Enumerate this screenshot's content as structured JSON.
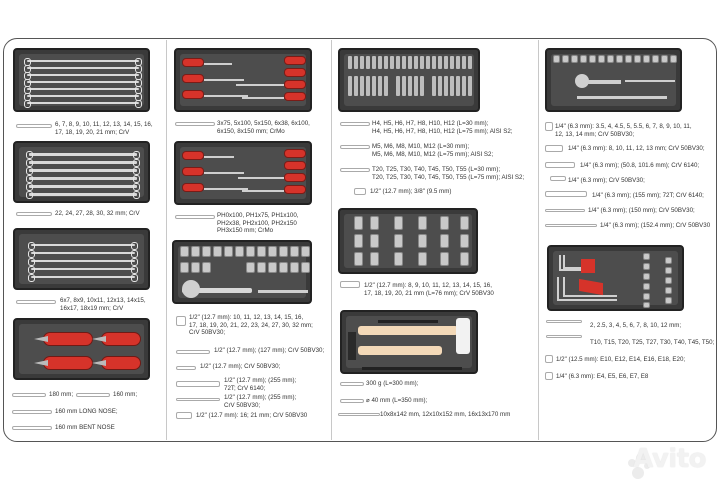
{
  "columns": [
    {
      "id": "col1",
      "groups": [
        {
          "tray": "combination-wrenches-small",
          "specs": [
            {
              "icon": "combination-wrench-icon",
              "text": "6, 7, 8, 9, 10, 11, 12, 13, 14, 15, 16,\n17, 18, 19, 20, 21 mm; CrV"
            }
          ]
        },
        {
          "tray": "combination-wrenches-large",
          "specs": [
            {
              "icon": "combination-wrench-icon",
              "text": "22, 24, 27, 28, 30, 32 mm; CrV"
            }
          ]
        },
        {
          "tray": "double-ring-wrenches",
          "specs": [
            {
              "icon": "ring-wrench-icon",
              "text": "6x7, 8x9, 10x11, 12x13, 14x15,\n16x17, 18x19 mm; CrV"
            }
          ]
        },
        {
          "tray": "pliers",
          "specs": [
            {
              "icon": "combination-pliers-icon",
              "text": "180 mm;"
            },
            {
              "icon": "side-cutter-icon",
              "text": "160 mm;"
            },
            {
              "icon": "long-nose-pliers-icon",
              "text": "160 mm LONG NOSE;"
            },
            {
              "icon": "bent-nose-pliers-icon",
              "text": "160 mm BENT NOSE"
            }
          ]
        }
      ]
    },
    {
      "id": "col2",
      "groups": [
        {
          "tray": "flat-screwdrivers",
          "specs": [
            {
              "icon": "flat-screwdriver-icon",
              "text": "3x75, 5x100, 5x150, 6x38, 6x100,\n6x150, 8x150 mm; CrMo"
            }
          ]
        },
        {
          "tray": "phillips-screwdrivers",
          "specs": [
            {
              "icon": "phillips-screwdriver-icon",
              "text": "PH0x100, PH1x75, PH1x100,\nPH2x38, PH2x100, PH2x150\nPH3x150 mm; CrMo"
            }
          ]
        },
        {
          "tray": "half-inch-sockets",
          "specs": [
            {
              "icon": "socket-icon",
              "text": "1/2\" (12.7 mm): 10, 11, 12, 13, 14, 15, 16,\n17, 18, 19, 20, 21, 22, 23, 24, 27, 30, 32 mm;\nCrV 50BV30;"
            },
            {
              "icon": "extension-bar-icon",
              "text": "1/2\" (12.7 mm); (127 mm); CrV 50BV30;"
            },
            {
              "icon": "universal-joint-icon",
              "text": "1/2\" (12.7 mm); CrV 50BV30;"
            },
            {
              "icon": "ratchet-icon",
              "text": "1/2\" (12.7 mm); (255 mm);\n72T; CrV 6140;"
            },
            {
              "icon": "t-bar-icon",
              "text": "1/2\" (12.7 mm); (255 mm);\nCrV 50BV30;"
            },
            {
              "icon": "spark-plug-socket-icon",
              "text": "1/2\" (12.7 mm): 16; 21 mm; CrV 50BV30"
            }
          ]
        }
      ]
    },
    {
      "id": "col3",
      "groups": [
        {
          "tray": "bit-sockets",
          "specs": [
            {
              "icon": "hex-bit-socket-icon",
              "text": "H4, H5, H6, H7, H8, H10, H12 (L=30 mm);\nH4, H5, H6, H7, H8, H10, H12 (L=75 mm); AISI S2;"
            },
            {
              "icon": "spline-bit-socket-icon",
              "text": "M5, M6, M8, M10, M12 (L=30 mm);\nM5, M6, M8, M10, M12 (L=75 mm); AISI S2;"
            },
            {
              "icon": "torx-bit-socket-icon",
              "text": "T20, T25, T30, T40, T45, T50, T55 (L=30 mm);\nT20, T25, T30, T40, T45, T50, T55 (L=75 mm); AISI S2;"
            },
            {
              "icon": "adapter-icon",
              "text": "1/2\" (12.7 mm); 3/8\" (9.5 mm)"
            }
          ]
        },
        {
          "tray": "deep-sockets",
          "specs": [
            {
              "icon": "deep-socket-icon",
              "text": "1/2\" (12.7 mm): 8, 9, 10, 11, 12, 13, 14, 15, 16,\n17, 18, 19, 20, 21 mm (L=76 mm); CrV 50BV30"
            }
          ]
        },
        {
          "tray": "hammers-chisels",
          "specs": [
            {
              "icon": "hammer-icon",
              "text": "300 g (L=300 mm);"
            },
            {
              "icon": "mallet-icon",
              "text": "⌀ 40 mm (L=350 mm);"
            },
            {
              "icon": "chisel-icon",
              "text": "10x8x142 mm, 12x10x152 mm, 16x13x170 mm"
            }
          ]
        }
      ]
    },
    {
      "id": "col4",
      "groups": [
        {
          "tray": "quarter-inch-sockets",
          "specs": [
            {
              "icon": "socket-icon",
              "text": "1/4\" (6.3 mm): 3.5, 4, 4.5, 5, 5.5, 6, 7, 8, 9, 10, 11,\n12, 13, 14 mm; CrV 50BV30;"
            },
            {
              "icon": "deep-socket-icon",
              "text": "1/4\" (6.3 mm): 8, 10, 11, 12, 13 mm; CrV 50BV30;"
            },
            {
              "icon": "extension-bar-icon",
              "text": "1/4\" (6.3 mm); (50.8, 101.6 mm); CrV 6140;"
            },
            {
              "icon": "universal-joint-icon",
              "text": "1/4\" (6.3 mm); CrV 50BV30;"
            },
            {
              "icon": "ratchet-icon",
              "text": "1/4\" (6.3 mm); (155 mm); 72T; CrV 6140;"
            },
            {
              "icon": "spinner-handle-icon",
              "text": "1/4\" (6.3 mm); (150 mm); CrV 50BV30;"
            },
            {
              "icon": "t-bar-icon",
              "text": "1/4\" (6.3 mm); (152.4 mm); CrV 50BV30"
            }
          ]
        },
        {
          "tray": "hex-torx-keys",
          "specs": [
            {
              "icon": "hex-key-icon",
              "text": "2, 2.5, 3, 4, 5, 6, 7,  8, 10, 12 mm;"
            },
            {
              "icon": "torx-key-icon",
              "text": "T10, T15, T20, T25, T27, T30, T40, T45, T50;"
            },
            {
              "icon": "e-torx-socket-icon",
              "text": "1/2\" (12.5 mm): E10, E12, E14, E16, E18, E20;"
            },
            {
              "icon": "e-torx-socket-icon",
              "text": "1/4\" (6.3 mm): E4, E5, E6, E7, E8"
            }
          ]
        }
      ]
    }
  ],
  "watermark": {
    "text": "Avito"
  },
  "colors": {
    "tray": "#3a3a3a",
    "handle_red": "#d6332a",
    "frame": "#555555",
    "text": "#333333"
  }
}
